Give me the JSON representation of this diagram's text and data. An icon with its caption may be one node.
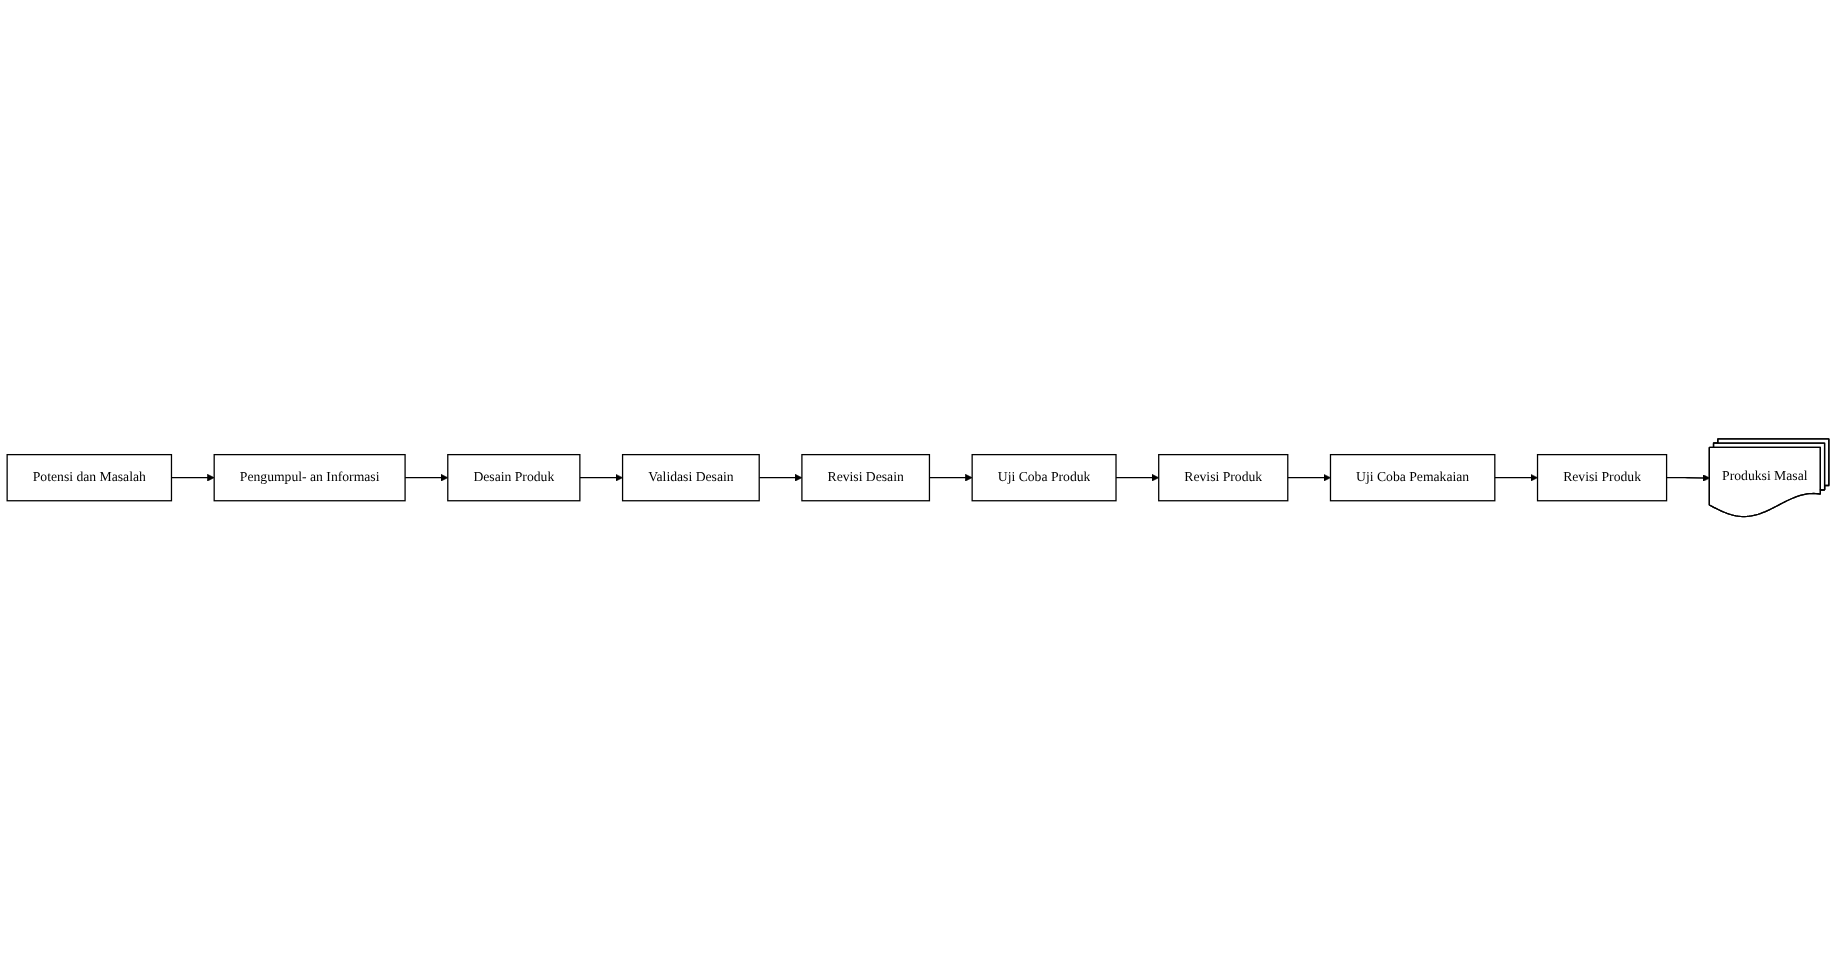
{
  "diagram": {
    "nodes": [
      {
        "text": [
          "Potensi dan Masalah"
        ]
      },
      {
        "text": [
          "Pengumpul- an Informasi"
        ]
      },
      {
        "text": [
          "Desain Produk"
        ]
      },
      {
        "text": [
          "Validasi Desain"
        ]
      },
      {
        "text": [
          "Revisi Desain"
        ]
      },
      {
        "text": [
          "Uji Coba Produk"
        ]
      },
      {
        "text": [
          "Revisi Produk"
        ]
      },
      {
        "text": [
          "Uji Coba Pemakaian"
        ]
      },
      {
        "text": [
          "Revisi Produk"
        ]
      },
      {
        "text": [
          "Produksi Masal"
        ]
      }
    ],
    "edges": [
      {
        "from": 0,
        "to": 1,
        "arrow": "to"
      },
      {
        "from": 1,
        "to": 2,
        "arrow": "to"
      },
      {
        "from": 2,
        "to": 3,
        "arrow": "to"
      },
      {
        "from": 3,
        "to": 4,
        "arrow": "to"
      },
      {
        "from": 4,
        "to": 5,
        "arrow": "to"
      },
      {
        "from": 5,
        "to": 6,
        "arrow": "to"
      },
      {
        "from": 6,
        "to": 7,
        "arrow": "to"
      },
      {
        "from": 7,
        "to": 8,
        "arrow": "to"
      },
      {
        "from": 8,
        "to": 9,
        "arrow": "to"
      }
    ]
  }
}
